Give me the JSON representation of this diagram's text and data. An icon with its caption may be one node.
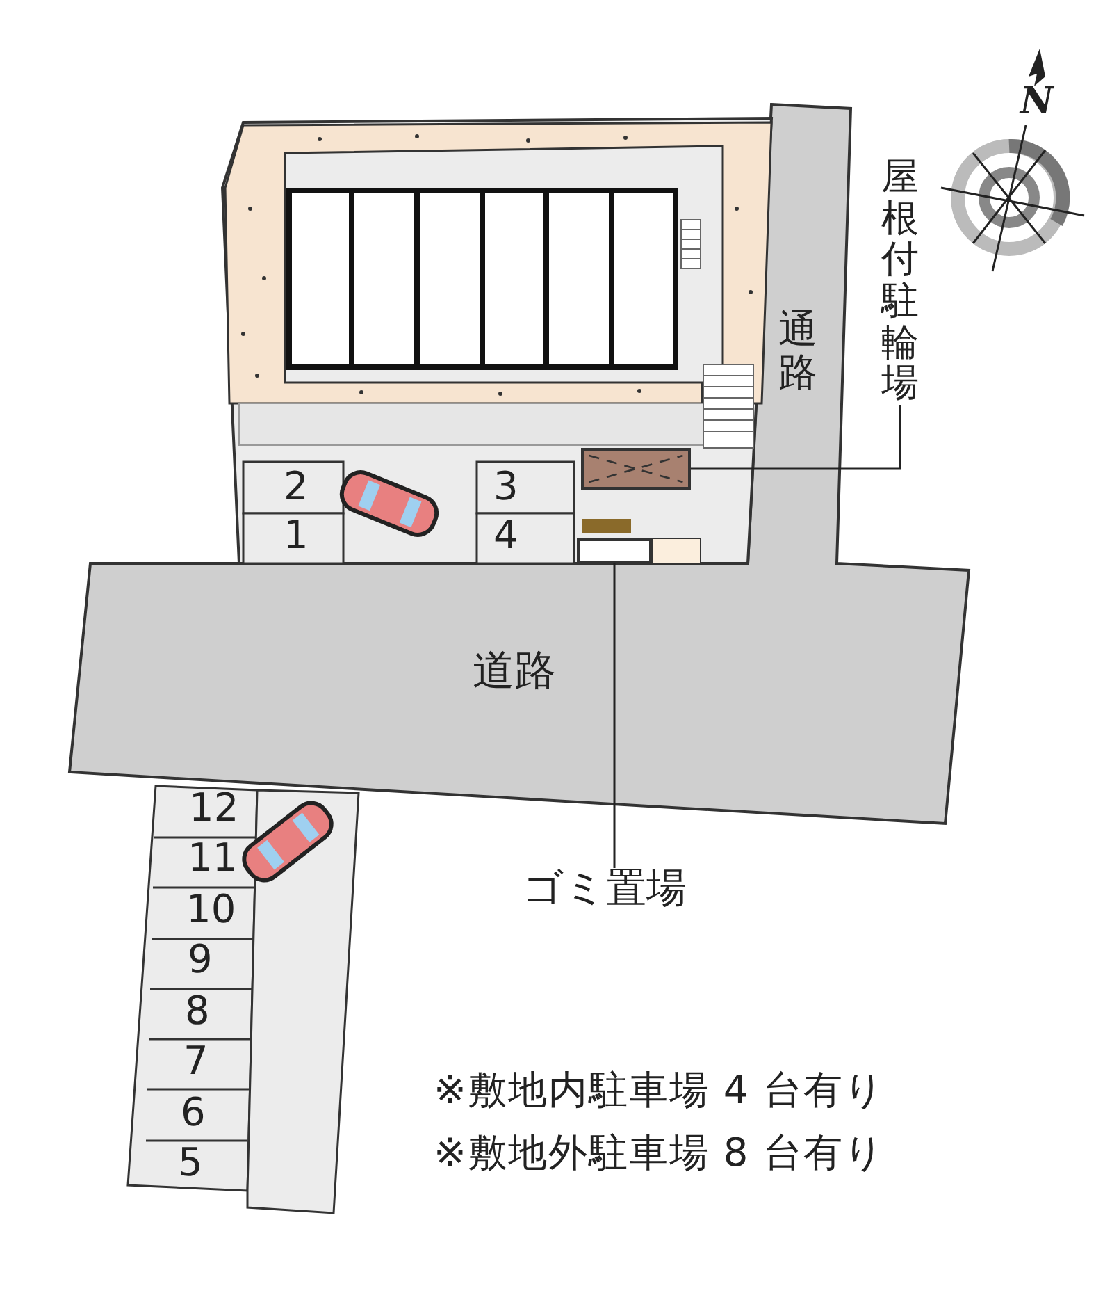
{
  "diagram": {
    "nodes": [
      {
        "text": [
          "屋根付駐輪場"
        ]
      },
      {
        "text": [],
        "shape": "box"
      },
      {
        "text": [
          "ゴミ置場"
        ]
      },
      {
        "text": [],
        "shape": "box"
      }
    ],
    "edges": [
      {
        "from": 0,
        "to": 1,
        "arrow": "none"
      },
      {
        "from": 2,
        "to": 3,
        "arrow": "none"
      }
    ],
    "labels": [
      "N",
      "通路",
      "2",
      "3",
      "1",
      "4",
      "道路",
      "12",
      "11",
      "10",
      "9",
      "8",
      "7",
      "6",
      "5",
      "※敷地内駐車場 4 台有り",
      "※敷地外駐車場 8 台有り"
    ]
  }
}
